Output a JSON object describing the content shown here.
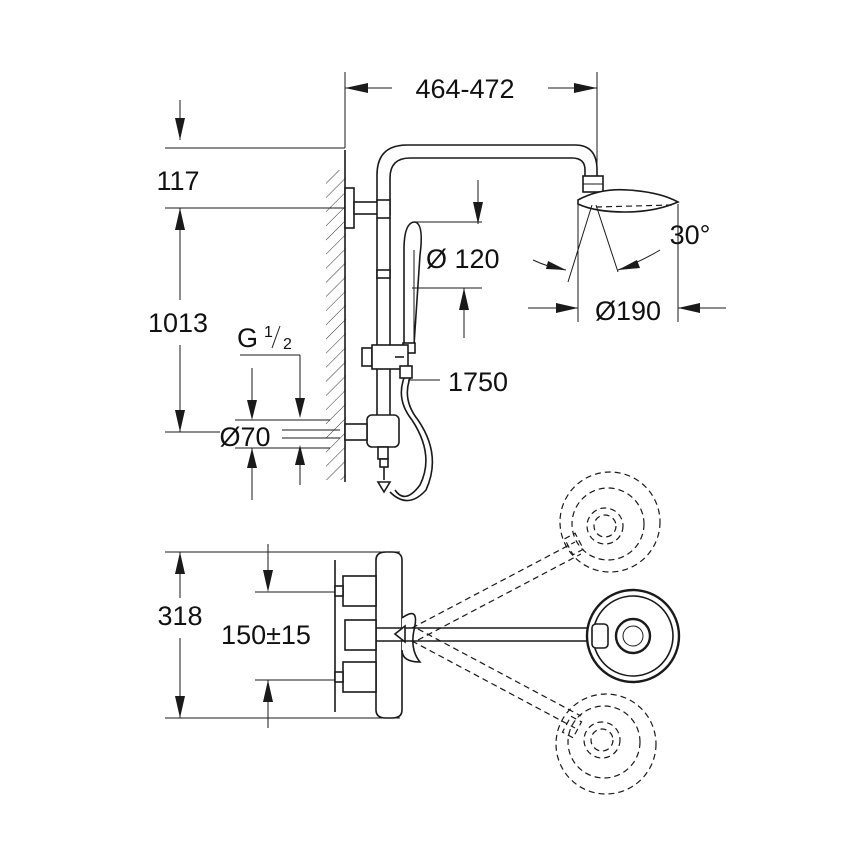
{
  "dimensions": {
    "arm_projection": "464-472",
    "top_offset": "117",
    "hand_shower_diameter": "Ø 120",
    "tilt_angle": "30°",
    "head_shower_diameter": "Ø190",
    "column_height": "1013",
    "thread_g": "G",
    "thread_num": "1",
    "thread_den": "2",
    "hose_length": "1750",
    "escutcheon_diameter": "Ø70",
    "mixer_depth": "318",
    "inlet_spacing": "150±15"
  },
  "colors": {
    "line": "#1a1a1a",
    "background": "#ffffff"
  }
}
